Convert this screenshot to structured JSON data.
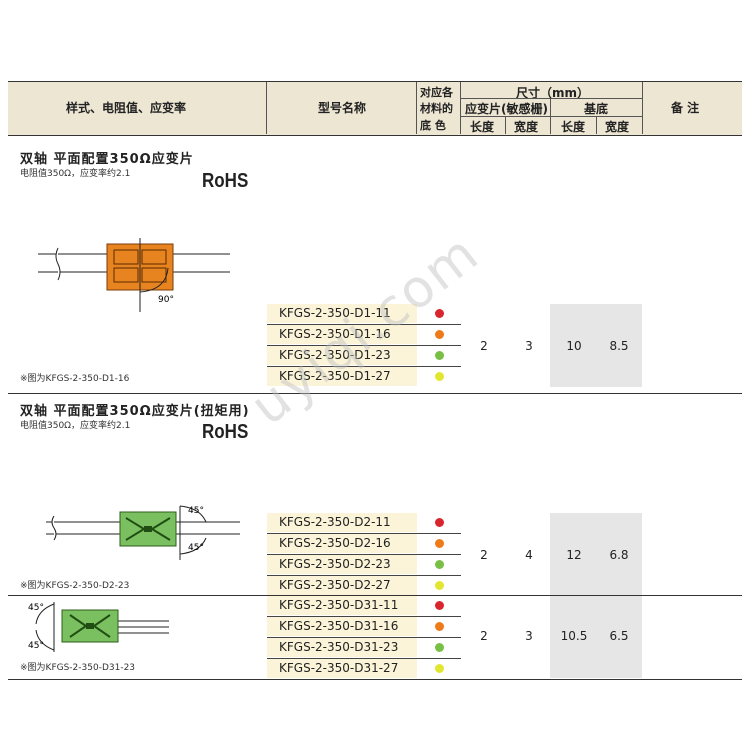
{
  "header": {
    "col_style": "样式、电阻值、应变率",
    "col_model": "型号名称",
    "col_material": [
      "对应各",
      "材料的",
      "底  色"
    ],
    "col_dim": "尺寸（mm）",
    "col_gauge": "应变片(敏感栅)",
    "col_base": "基底",
    "col_length": "长度",
    "col_width": "宽度",
    "col_note": "备  注"
  },
  "sections": [
    {
      "title": "双轴 平面配置350Ω应变片",
      "subtitle": "电阻值350Ω，应变率约2.1",
      "rohs": "RoHS",
      "angle": "90°",
      "note": "※图为KFGS-2-350-D1-16",
      "models": [
        "KFGS-2-350-D1-11",
        "KFGS-2-350-D1-16",
        "KFGS-2-350-D1-23",
        "KFGS-2-350-D1-27"
      ],
      "gauge_length": "2",
      "gauge_width": "3",
      "base_length": "10",
      "base_width": "8.5"
    },
    {
      "title": "双轴 平面配置350Ω应变片(扭矩用)",
      "subtitle": "电阻值350Ω，应变率约2.1",
      "rohs": "RoHS",
      "angle_top": "45°",
      "angle_bottom": "45°",
      "note": "※图为KFGS-2-350-D2-23",
      "models": [
        "KFGS-2-350-D2-11",
        "KFGS-2-350-D2-16",
        "KFGS-2-350-D2-23",
        "KFGS-2-350-D2-27"
      ],
      "gauge_length": "2",
      "gauge_width": "4",
      "base_length": "12",
      "base_width": "6.8"
    },
    {
      "angle_top": "45°",
      "angle_bottom": "45°",
      "note": "※图为KFGS-2-350-D31-23",
      "models": [
        "KFGS-2-350-D31-11",
        "KFGS-2-350-D31-16",
        "KFGS-2-350-D31-23",
        "KFGS-2-350-D31-27"
      ],
      "gauge_length": "2",
      "gauge_width": "3",
      "base_length": "10.5",
      "base_width": "6.5"
    }
  ],
  "dot_colors": [
    "#d9262e",
    "#ee7a1a",
    "#77c043",
    "#e2e631"
  ],
  "watermark": "uyiqi.com"
}
